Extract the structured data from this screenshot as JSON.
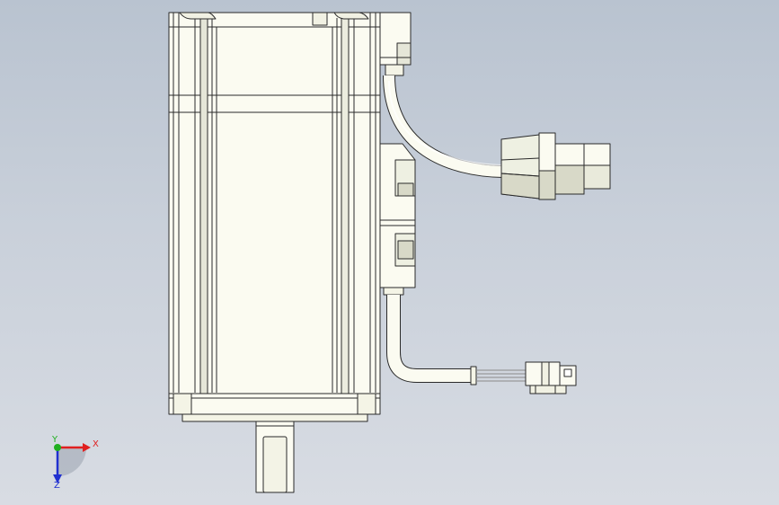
{
  "scene": {
    "model": "servo-motor",
    "colors": {
      "background_top": "#b9c3d0",
      "background_bottom": "#d8dce3",
      "body_fill": "#fbfbf1",
      "shade_fill": "#e5e6d8",
      "dark_fill": "#d8d9c8",
      "edge_color": "#2a2a2a"
    }
  },
  "triad": {
    "x_label": "X",
    "y_label": "Y",
    "z_label": "Z",
    "x_color": "#e02020",
    "y_color": "#20b020",
    "z_color": "#2030d0"
  }
}
